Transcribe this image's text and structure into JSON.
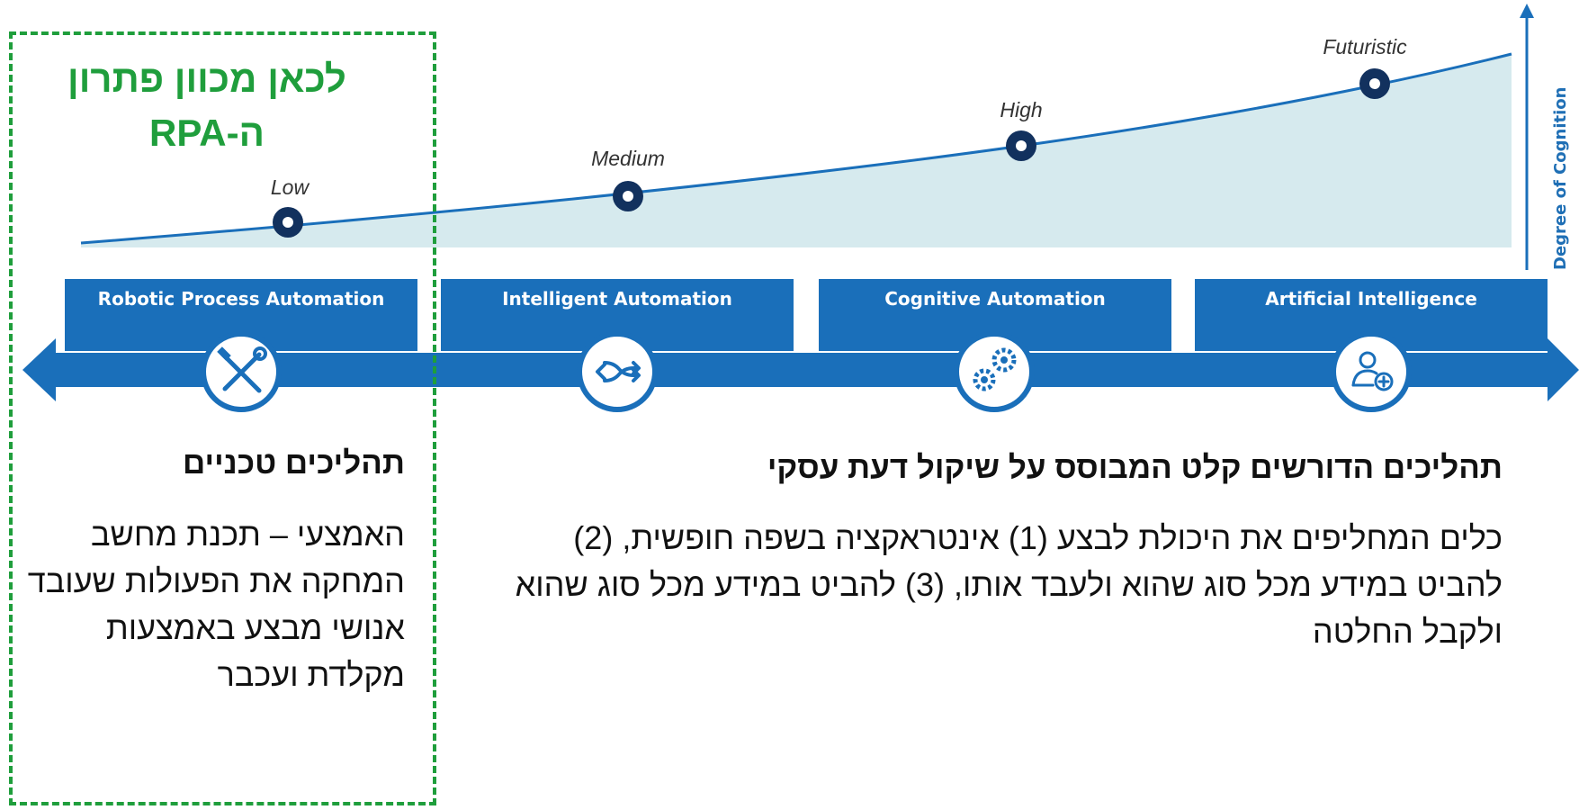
{
  "axis": {
    "ylabel": "Degree of Cognition"
  },
  "levels": [
    {
      "label": "Low"
    },
    {
      "label": "Medium"
    },
    {
      "label": "High"
    },
    {
      "label": "Futuristic"
    }
  ],
  "stages": [
    {
      "label": "Robotic Process Automation",
      "icon": "tools-icon"
    },
    {
      "label": "Intelligent Automation",
      "icon": "shuffle-arrows-icon"
    },
    {
      "label": "Cognitive Automation",
      "icon": "gears-icon"
    },
    {
      "label": "Artificial Intelligence",
      "icon": "person-plus-icon"
    }
  ],
  "callout": {
    "title_line1": "לכאן מכוון פתרון",
    "title_line2": "ה-RPA"
  },
  "left_panel": {
    "heading": "תהליכים טכניים",
    "body": "האמצעי – תכנת מחשב המחקה את הפעולות שעובד אנושי מבצע באמצעות מקלדת ועכבר"
  },
  "right_panel": {
    "heading": "תהליכים הדורשים קלט המבוסס על שיקול דעת עסקי",
    "body": "כלים המחליפים את היכולת לבצע (1) אינטראקציה בשפה חופשית, (2) להביט במידע מכל סוג שהוא ולעבד אותו, (3) להביט במידע מכל סוג שהוא ולקבל החלטה"
  },
  "colors": {
    "accent_blue": "#1a6fba",
    "dark_blue": "#12315e",
    "green": "#1f9e3c",
    "area_fill": "#d6eaee"
  }
}
